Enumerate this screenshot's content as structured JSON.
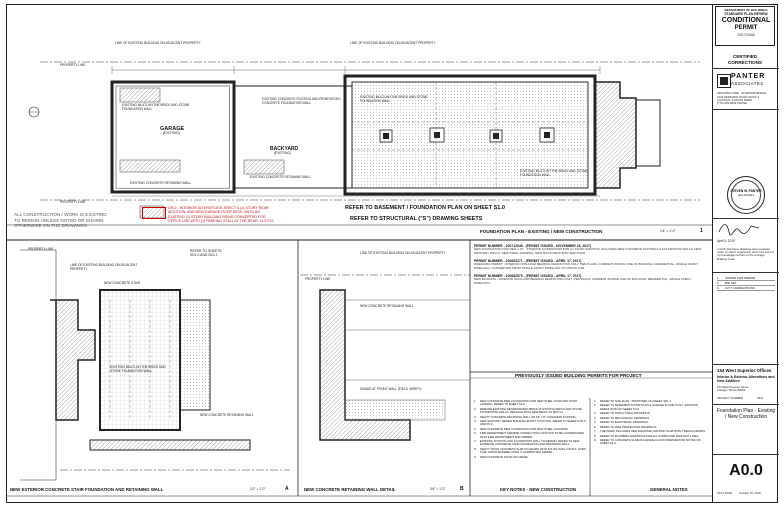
{
  "stamp": {
    "dept": "DEPARTMENT OF BUILDINGS",
    "review": "STANDARD PLAN REVIEW",
    "status": "CONDITIONAL",
    "permit": "PERMIT",
    "permit_no": "100712048",
    "certified": "CERTIFIED",
    "corrections": "CORRECTIONS"
  },
  "firm": {
    "name": "PANTER",
    "sub": "ASSOCIATES",
    "tagline": "ARCHITECTURE · INTERIOR DESIGN",
    "address": "1215 PERSHING ROAD SUITE 3\nCHICAGO, ILLINOIS 60609\n(773) 253-5834 PHONE",
    "seal_name": "STEVEN W. PANTER",
    "seal_no": "001-014321"
  },
  "signature": {
    "date_label": "April 5, 2019"
  },
  "cert_text": "I certify that these drawings were prepared under my direct supervision and to the best of my knowledge conform to the Chicago Building Code.",
  "project": {
    "title": "154 West Superior Offices",
    "subtitle": "Interior & Exterior Alterations and New Addition",
    "address": "154 West Superior Street\nChicago, Illinois 60654",
    "project_label": "PROJECT NUMBER",
    "project_no": "1814"
  },
  "revisions": [
    {
      "no": "1",
      "text": "ISSUED FOR PERMIT"
    },
    {
      "no": "2",
      "text": "BID SET"
    },
    {
      "no": "3",
      "text": "CITY CORRECTIONS"
    }
  ],
  "sheet": {
    "title": "Foundation Plan - Existing / New Construction",
    "number": "A0.0",
    "plot_label": "PLOT DATE",
    "plot_date": "October 15, 2019"
  },
  "drawings": {
    "plan_title": "FOUNDATION PLAN - EXISTING / NEW CONSTRUCTION",
    "plan_scale": "1/4\" = 1'-0\"",
    "plan_no": "1",
    "stair_title": "NEW EXTERIOR CONCRETE STAIR FOUNDATION AND RETAINING WALL",
    "stair_scale": "1/2\" = 1'-0\"",
    "stair_no": "A",
    "wall_title": "NEW CONCRETE RETAINING WALL DETAIL",
    "wall_scale": "3/4\" = 1'-0\"",
    "wall_no": "B",
    "keynotes_title": "KEY NOTES - NEW CONSTRUCTION",
    "general_title": "GENERAL NOTES",
    "permits_title": "PREVIOUSLY ISSUED BUILDING PERMITS FOR PROJECT"
  },
  "notes": {
    "existing": "ALL CONSTRUCTION / WORK IS EXISTING\nTO REMAIN UNLESS NOTED OR SHOWN\nOTHERWISE ON THE DRAWINGS",
    "red": "CR-0 - INTERIOR ALTERATIONS; ERECT A (1) STORY REAR\nADDITION, AND NEW GARAGE ROOF DECK ONTO AN\nEXISTING (1) STORY BUILDING BEING CONVERTED FOR\nOFFICE USE WITH (1) PARKING STALL AT THE REAR. 11/27/19",
    "refer_basement": "REFER TO BASEMENT / FOUNDATION PLAN ON SHEET S1.0",
    "refer_structural": "REFER TO STRUCTURAL (\"S\") DRAWING SHEETS",
    "refer_sheets": "REFER TO SHEETS\nSD1.0 AND SD1.1"
  },
  "labels": {
    "garage": "GARAGE",
    "garage_sub": "(EXISTING)",
    "backyard": "BACKYARD",
    "backyard_sub": "(EXISTING)",
    "building_north": "LINE OF EXISTING BUILDING ON ADJACENT PROPERTY",
    "property_line": "PROPERTY LINE",
    "masonry": "EXISTING MULTI-WYTHE BRICK AND STONE FOUNDATION WALL",
    "footing": "EXISTING CONCRETE FOOTING AND REINFORCED CONCRETE FOUNDATION WALL",
    "retaining": "EXISTING CONCRETE RETAINING WALL",
    "new_stair": "NEW CONCRETE STAIR",
    "new_retaining": "NEW CONCRETE RETAINING WALL",
    "gravel": "GRADE AT FRONT WALL (FIELD VERIFY)"
  },
  "permits": [
    {
      "head": "PERMIT NUMBER - 100712048 - (PERMIT ISSUED - NOVEMBER 28, 2017)",
      "body": "NEW FOUNDATION FOR NEW 1 ST... INTERIOR ALTERATIONS FOR (1) STORY ADDITION, INCLUDES NEW CONCRETE FOOTINGS & FOUNDATION WALLS, NEW MASONRY WALLS, NEW STEEL FRAMING, NEW ROOF DECK AND NEW STAIR."
    },
    {
      "head": "PERMIT NUMBER - 100683271 - (PERMIT ISSUED - APRIL 17, 2017)",
      "body": "WRECKING PERMIT - INTERIOR NON-LOAD BEARING DEMOLITION ONLY, PER PLANS, CURRENT ZONING USE OF BUILDING: RESIDENTIAL, SINGLE FAMILY DWELLING, CONVERTING FROM SINGLE FAMILY DWELLING TO OFFICE USE."
    },
    {
      "head": "PERMIT NUMBER - 100682975 - (PERMIT ISSUED - APRIL 17, 2017)",
      "body": "NEW BUILDING - INTERIOR NON-LOAD BEARING DEMOLITION ONLY, PER PLANS, CURRENT ZONING USE OF BUILDING: RESIDENTIAL, SINGLE FAMILY DWELLING."
    }
  ],
  "keynotes": [
    "NEW CONCRETE PIER FOUNDATION FOR NEW STEEL STAIR AND STAIR LANDING. REFER TO SHEET S1.0.",
    "REMOVE EXISTING DETERIORATED BRICK AT EXISTING BRICK AND STONE FOUNDATION WALLS. REPLACE WITH NEW BRICK TO MATCH.",
    "NEW 8\" CONCRETE RETAINING WALL ON 18\" x 8\" CONCRETE FOOTING.",
    "NEW SANITARY SEWER BUILDING ENTRY LOCATION. REFER TO SHEETS M1.0 AND P2.0.",
    "NEW CONCRETE PIER FOUNDATION FOR NEW STEEL COLUMNS.",
    "FIRE DEPARTMENT SIAMESE CONNECTION LOCATION TO BE COORDINATED WITH FIRE DEPARTMENT AND OWNER.",
    "EXISTING FOOTING AND FOUNDATION WALL TO REMAIN. REFER TO NEW EXTERIOR CONCRETE STAIR FOUNDATION AND RETAINING WALL.",
    "NEW 6\" THICK CONCRETE SLAB ON GRADE WITH 6x6 W1.4xW1.4 W.W.F. OVER 6 MIL VAPOR BARRIER OVER 4\" COMPACTED GRAVEL.",
    "NEW CONCRETE STAIR ON GRADE."
  ],
  "general_notes": [
    "REFER TO SITE PLAN - PROPOSED ON SHEET SD1.1",
    "REFER TO BASEMENT FLOOR PLAN & GARAGE FLOOR PLAN - EXISTING DEMOLITION ON SHEET D1.0.",
    "REFER TO STRUCTURAL DRAWINGS.",
    "REFER TO MECHANICAL DRAWINGS.",
    "REFER TO ELECTRICAL DRAWINGS.",
    "REFER TO FIRE PROTECTION DRAWINGS.",
    "THE WORK INCLUDES NEW ELEVATED GROUND SLAB WITH TRENCH DRAINS.",
    "REFER TO PLUMBING DRAWINGS FOR ALL STORM AND SANITARY LINES.",
    "REFER TO CONCRETE SLAB-ON-GRADE FLOOR PREPARATION NOTES ON SHEET A1.0."
  ]
}
